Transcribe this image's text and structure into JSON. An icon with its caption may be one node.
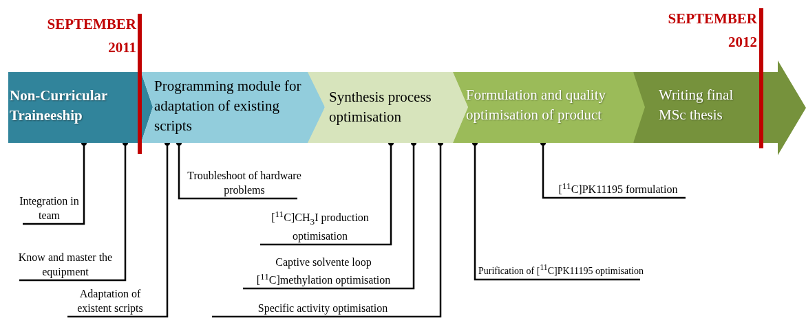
{
  "diagram": {
    "nodes": [
      {
        "text": [
          "Non-Curricular Traineeship"
        ]
      },
      {
        "text": [
          "Programming module for adaptation of existing scripts"
        ]
      },
      {
        "text": [
          "Synthesis process optimisation"
        ]
      },
      {
        "text": [
          "Formulation and quality optimisation of product"
        ]
      },
      {
        "text": [
          "Writing final MSc thesis"
        ]
      },
      {
        "text": [
          "Integration in team"
        ]
      },
      {
        "text": [
          "Know and master the equipment"
        ]
      },
      {
        "text": [
          "Adaptation of existent scripts"
        ]
      },
      {
        "text": [
          "Troubleshoot of hardware problems"
        ]
      },
      {
        "text": [
          "[$^{11}$C]CH$_{3}$I production optimisation"
        ]
      },
      {
        "text": [
          "Captive solvente loop [$^{11}$C]methylation optimisation"
        ]
      },
      {
        "text": [
          "Specific activity optimisation"
        ]
      },
      {
        "text": [
          "Purification of [$^{11}$C]PK11195 optimisation"
        ]
      },
      {
        "text": [
          "[$^{11}$C]PK11195 formulation"
        ]
      }
    ],
    "edges": [
      {
        "from": 5,
        "to": 0,
        "arrow": "other"
      },
      {
        "from": 6,
        "to": 0,
        "arrow": "other"
      },
      {
        "from": 7,
        "to": 1,
        "arrow": "other"
      },
      {
        "from": 8,
        "to": 1,
        "arrow": "other"
      },
      {
        "from": 9,
        "to": 2,
        "arrow": "other"
      },
      {
        "from": 10,
        "to": 2,
        "arrow": "other"
      },
      {
        "from": 11,
        "to": 2,
        "arrow": "other"
      },
      {
        "from": 12,
        "to": 3,
        "arrow": "other"
      },
      {
        "from": 13,
        "to": 3,
        "arrow": "other"
      }
    ],
    "labels": [
      "SEPTEMBER 2011",
      "SEPTEMBER 2012"
    ]
  }
}
